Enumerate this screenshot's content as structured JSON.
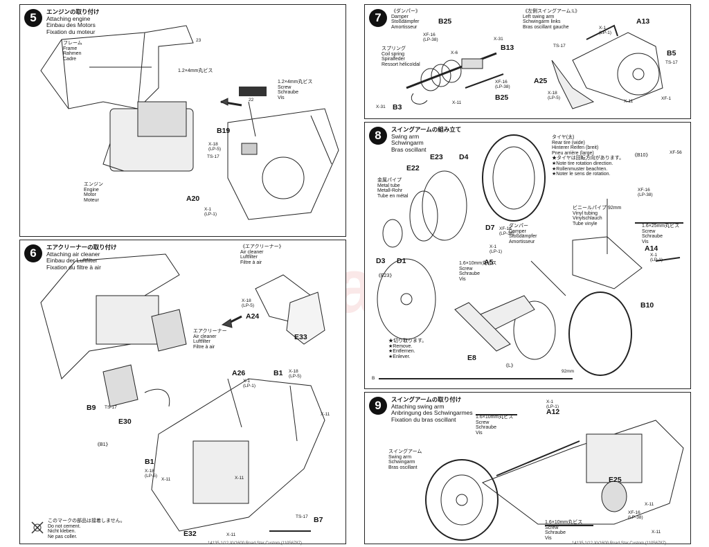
{
  "watermark": "modelartik.cz",
  "steps": {
    "s5": {
      "num": "5",
      "title_jp": "エンジンの取り付け",
      "title_en": "Attaching engine",
      "title_de": "Einbau des Motors",
      "title_fr": "Fixation du moteur",
      "frame": [
        "フレーム",
        "Frame",
        "Rahmen",
        "Cadre"
      ],
      "engine": [
        "エンジン",
        "Engine",
        "Motor",
        "Moteur"
      ],
      "screw1": [
        "1.2×4mm丸ビス"
      ],
      "screw2": [
        "1.2×4mm丸ビス",
        "Screw",
        "Schraube",
        "Vis"
      ],
      "ref23": "23",
      "ref22": "22",
      "parts": {
        "b19": "B19",
        "x18": "X-18",
        "x18lp": "(LP-5)",
        "ts17": "TS-17",
        "a20": "A20",
        "x1": "X-1",
        "x1lp": "(LP-1)"
      }
    },
    "s6": {
      "num": "6",
      "title_jp": "エアクリーナーの取り付け",
      "title_en": "Attaching air cleaner",
      "title_de": "Einbau der Luftfilter",
      "title_fr": "Fixation du filtre à air",
      "aircleaner_title": [
        "《エアクリーナー》",
        "Air cleaner",
        "Luftfilter",
        "Filtre à air"
      ],
      "aircleaner_label": [
        "エアクリーナー",
        "Air cleaner",
        "Luftfilter",
        "Filtre à air"
      ],
      "parts": {
        "x18": "X-18",
        "x18lp": "(LP-5)",
        "a24": "A24",
        "e33": "E33",
        "b9": "B9",
        "ts17": "TS-17",
        "e30": "E30",
        "a26": "A26",
        "x1": "X-1",
        "x1lp": "(LP-1)",
        "b1": "B1",
        "x18b": "X-18",
        "x18blp": "(LP-5)",
        "x11a": "X-11",
        "b1ref": "《B1》",
        "b1b": "B1",
        "x18c": "X-18",
        "x18clp": "(LP-5)",
        "x11b": "X-11",
        "x11c": "X-11",
        "ts17b": "TS-17",
        "b7": "B7",
        "e32": "E32",
        "x11d": "X-11"
      },
      "nocement": [
        "このマークの部品は接着しません。",
        "Do not cement.",
        "Nicht kleben.",
        "Ne pas coller."
      ]
    },
    "s7": {
      "num": "7",
      "damper_title": [
        "《ダンパー》",
        "Damper",
        "Stoßdämpfer",
        "Amortisseur"
      ],
      "swing_title": [
        "《左側スイングアーム:L》",
        "Left swing arm",
        "Schwingarm links",
        "Bras oscillant gauche"
      ],
      "spring": [
        "スプリング",
        "Coil spring",
        "Spiralfeder",
        "Ressort hélicoïdal"
      ],
      "parts": {
        "b25": "B25",
        "xf16": "XF-16",
        "xf16lp": "(LP-38)",
        "x31": "X-31",
        "b13": "B13",
        "x6": "X-6",
        "xf16b": "XF-16",
        "xf16blp": "(LP-38)",
        "x11": "X-11",
        "b25b": "B25",
        "x31b": "X-31",
        "b3": "B3",
        "a13": "A13",
        "x1": "X-1",
        "x1lp": "(LP-1)",
        "ts17": "TS-17",
        "b5": "B5",
        "ts17b": "TS-17",
        "a25": "A25",
        "x18": "X-18",
        "x18lp": "(LP-5)",
        "x11b": "X-11",
        "xf1": "XF-1"
      }
    },
    "s8": {
      "num": "8",
      "title_jp": "スイングアームの組み立て",
      "title_en": "Swing arm",
      "title_de": "Schwingarm",
      "title_fr": "Bras oscillant",
      "tire": [
        "タイヤ(太)",
        "Rear tire (wide)",
        "Hinterer Reifen (breit)",
        "Pneu arrière (large)",
        "★タイヤは回転方向があります。",
        "★Note tire rotation direction.",
        "★Rollenmuster beachten.",
        "★Noter le sens de rotation."
      ],
      "tube": [
        "金属パイプ",
        "Metal tube",
        "Metall-Rohr",
        "Tube en métal"
      ],
      "vinyl": [
        "ビニールパイプ 92mm",
        "Vinyl tubing",
        "Vinylschlauch",
        "Tube vinyle"
      ],
      "damper": [
        "ダンパー",
        "Damper",
        "Stoßdämpfer",
        "Amortisseur"
      ],
      "screw1": [
        "1.6×10mm丸ビス",
        "Screw",
        "Schraube",
        "Vis"
      ],
      "screw2": [
        "1.6×25mm丸ビス",
        "Screw",
        "Schraube",
        "Vis"
      ],
      "remove": [
        "★切り取ります。",
        "★Remove.",
        "★Entfernen.",
        "★Enlever."
      ],
      "parts": {
        "e23": "E23",
        "d4": "D4",
        "e22": "E22",
        "b10ref": "《B10》",
        "xf56": "XF-56",
        "xf16": "XF-16",
        "xf16lp": "(LP-38)",
        "d7": "D7",
        "xf16b": "XF-16",
        "xf16blp": "(LP-38)",
        "d3": "D3",
        "d1": "D1",
        "x1": "X-1",
        "x1lp": "(LP-1)",
        "a5": "A5",
        "e23ref": "《E23》",
        "a14": "A14",
        "x1b": "X-1",
        "x1blp": "(LP-1)",
        "b10": "B10",
        "e8": "E8",
        "lref": "《L》",
        "b": "B",
        "len": "92mm"
      }
    },
    "s9": {
      "num": "9",
      "title_jp": "スイングアームの取り付け",
      "title_en": "Attaching swing arm",
      "title_de": "Anbringung des Schwingarmes",
      "title_fr": "Fixation du bras oscillant",
      "swingarm": [
        "スイングアーム",
        "Swing arm",
        "Schwingarm",
        "Bras oscillant"
      ],
      "screw1": [
        "1.6×10mm丸ビス",
        "Screw",
        "Schraube",
        "Vis"
      ],
      "screw2": [
        "1.6×10mm丸ビス",
        "Screw",
        "Schraube",
        "Vis"
      ],
      "parts": {
        "x1": "X-1",
        "x1lp": "(LP-1)",
        "a12": "A12",
        "e25": "E25",
        "x11": "X-11",
        "xf16": "XF-16",
        "xf16lp": "(LP-38)",
        "x11b": "X-11"
      }
    }
  },
  "footer_left": "14135  1/12 XV1600 Road Star Custom (11056787)",
  "footer_right": "14135  1/12 XV1600 Road Star Custom (11056787)"
}
